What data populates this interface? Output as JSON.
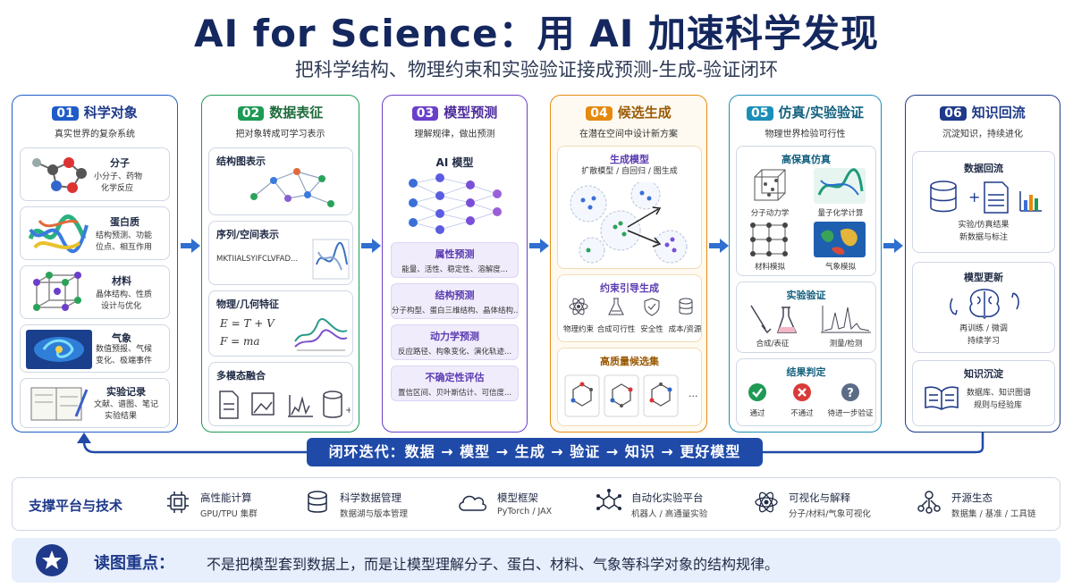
{
  "title": "AI for Science：用 AI 加速科学发现",
  "subtitle": "把科学结构、物理约束和实验验证接成预测-生成-验证闭环",
  "colors": {
    "blue": "#1f5cc8",
    "green": "#1e9a54",
    "purple": "#6b3fc9",
    "orange": "#e48a10",
    "teal": "#1a8fb8",
    "navy": "#1f3a8a"
  },
  "columns": [
    {
      "num": "01",
      "title": "科学对象",
      "subtitle": "真实世界的复杂系统",
      "items": [
        {
          "title": "分子",
          "desc1": "小分子、药物",
          "desc2": "化学反应"
        },
        {
          "title": "蛋白质",
          "desc1": "结构预测、功能",
          "desc2": "位点、相互作用"
        },
        {
          "title": "材料",
          "desc1": "晶体结构、性质",
          "desc2": "设计与优化"
        },
        {
          "title": "气象",
          "desc1": "数值预报、气候",
          "desc2": "变化、极端事件"
        },
        {
          "title": "实验记录",
          "desc1": "文献、谱图、笔记",
          "desc2": "实验结果"
        }
      ]
    },
    {
      "num": "02",
      "title": "数据表征",
      "subtitle": "把对象转成可学习表示",
      "items": [
        {
          "title": "结构图表示"
        },
        {
          "title": "序列/空间表示",
          "seq": "MKTIIALSYIFCLVFAD..."
        },
        {
          "title": "物理/几何特征",
          "eq1": "E = T + V",
          "eq2": "F = ma"
        },
        {
          "title": "多模态融合"
        }
      ]
    },
    {
      "num": "03",
      "title": "模型预测",
      "subtitle": "理解规律，做出预测",
      "model": "AI 模型",
      "pills": [
        {
          "title": "属性预测",
          "desc": "能量、活性、稳定性、溶解度..."
        },
        {
          "title": "结构预测",
          "desc": "分子构型、蛋白三维结构、晶体结构..."
        },
        {
          "title": "动力学预测",
          "desc": "反应路径、构象变化、演化轨迹..."
        },
        {
          "title": "不确定性评估",
          "desc": "置信区间、贝叶斯估计、可信度..."
        }
      ]
    },
    {
      "num": "04",
      "title": "候选生成",
      "subtitle": "在潜在空间中设计新方案",
      "gen_title": "生成模型",
      "gen_desc": "扩散模型 / 自回归 / 图生成",
      "constraint_title": "约束引导生成",
      "constraints": [
        "物理约束",
        "合成可行性",
        "安全性",
        "成本/资源"
      ],
      "candidate_title": "高质量候选集",
      "more": "..."
    },
    {
      "num": "05",
      "title": "仿真/实验验证",
      "subtitle": "物理世界检验可行性",
      "sim_title": "高保真仿真",
      "sims": [
        "分子动力学",
        "量子化学计算",
        "材料模拟",
        "气象模拟"
      ],
      "exp_title": "实验验证",
      "exps": [
        "合成/表征",
        "测量/检测"
      ],
      "verdict_title": "结果判定",
      "verdicts": [
        "通过",
        "不通过",
        "待进一步验证"
      ]
    },
    {
      "num": "06",
      "title": "知识回流",
      "subtitle": "沉淀知识，持续进化",
      "items": [
        {
          "title": "数据回流",
          "desc1": "实验/仿真结果",
          "desc2": "新数据与标注"
        },
        {
          "title": "模型更新",
          "desc1": "再训练 / 微调",
          "desc2": "持续学习"
        },
        {
          "title": "知识沉淀",
          "desc1": "数据库、知识图谱",
          "desc2": "规则与经验库"
        }
      ]
    }
  ],
  "loop": "闭环迭代：数据 → 模型 → 生成 → 验证 → 知识 → 更好模型",
  "platform": {
    "title": "支撑平台与技术",
    "items": [
      {
        "name": "高性能计算",
        "sub": "GPU/TPU 集群",
        "icon": "chip-icon"
      },
      {
        "name": "科学数据管理",
        "sub": "数据湖与版本管理",
        "icon": "database-icon"
      },
      {
        "name": "模型框架",
        "sub": "PyTorch / JAX",
        "icon": "cloud-icon"
      },
      {
        "name": "自动化实验平台",
        "sub": "机器人 / 高通量实验",
        "icon": "network-icon"
      },
      {
        "name": "可视化与解释",
        "sub": "分子/材料/气象可视化",
        "icon": "atom-icon"
      },
      {
        "name": "开源生态",
        "sub": "数据集 / 基准 / 工具链",
        "icon": "people-icon"
      }
    ]
  },
  "key": {
    "title": "读图重点：",
    "text": "不是把模型套到数据上，而是让模型理解分子、蛋白、材料、气象等科学对象的结构规律。"
  }
}
